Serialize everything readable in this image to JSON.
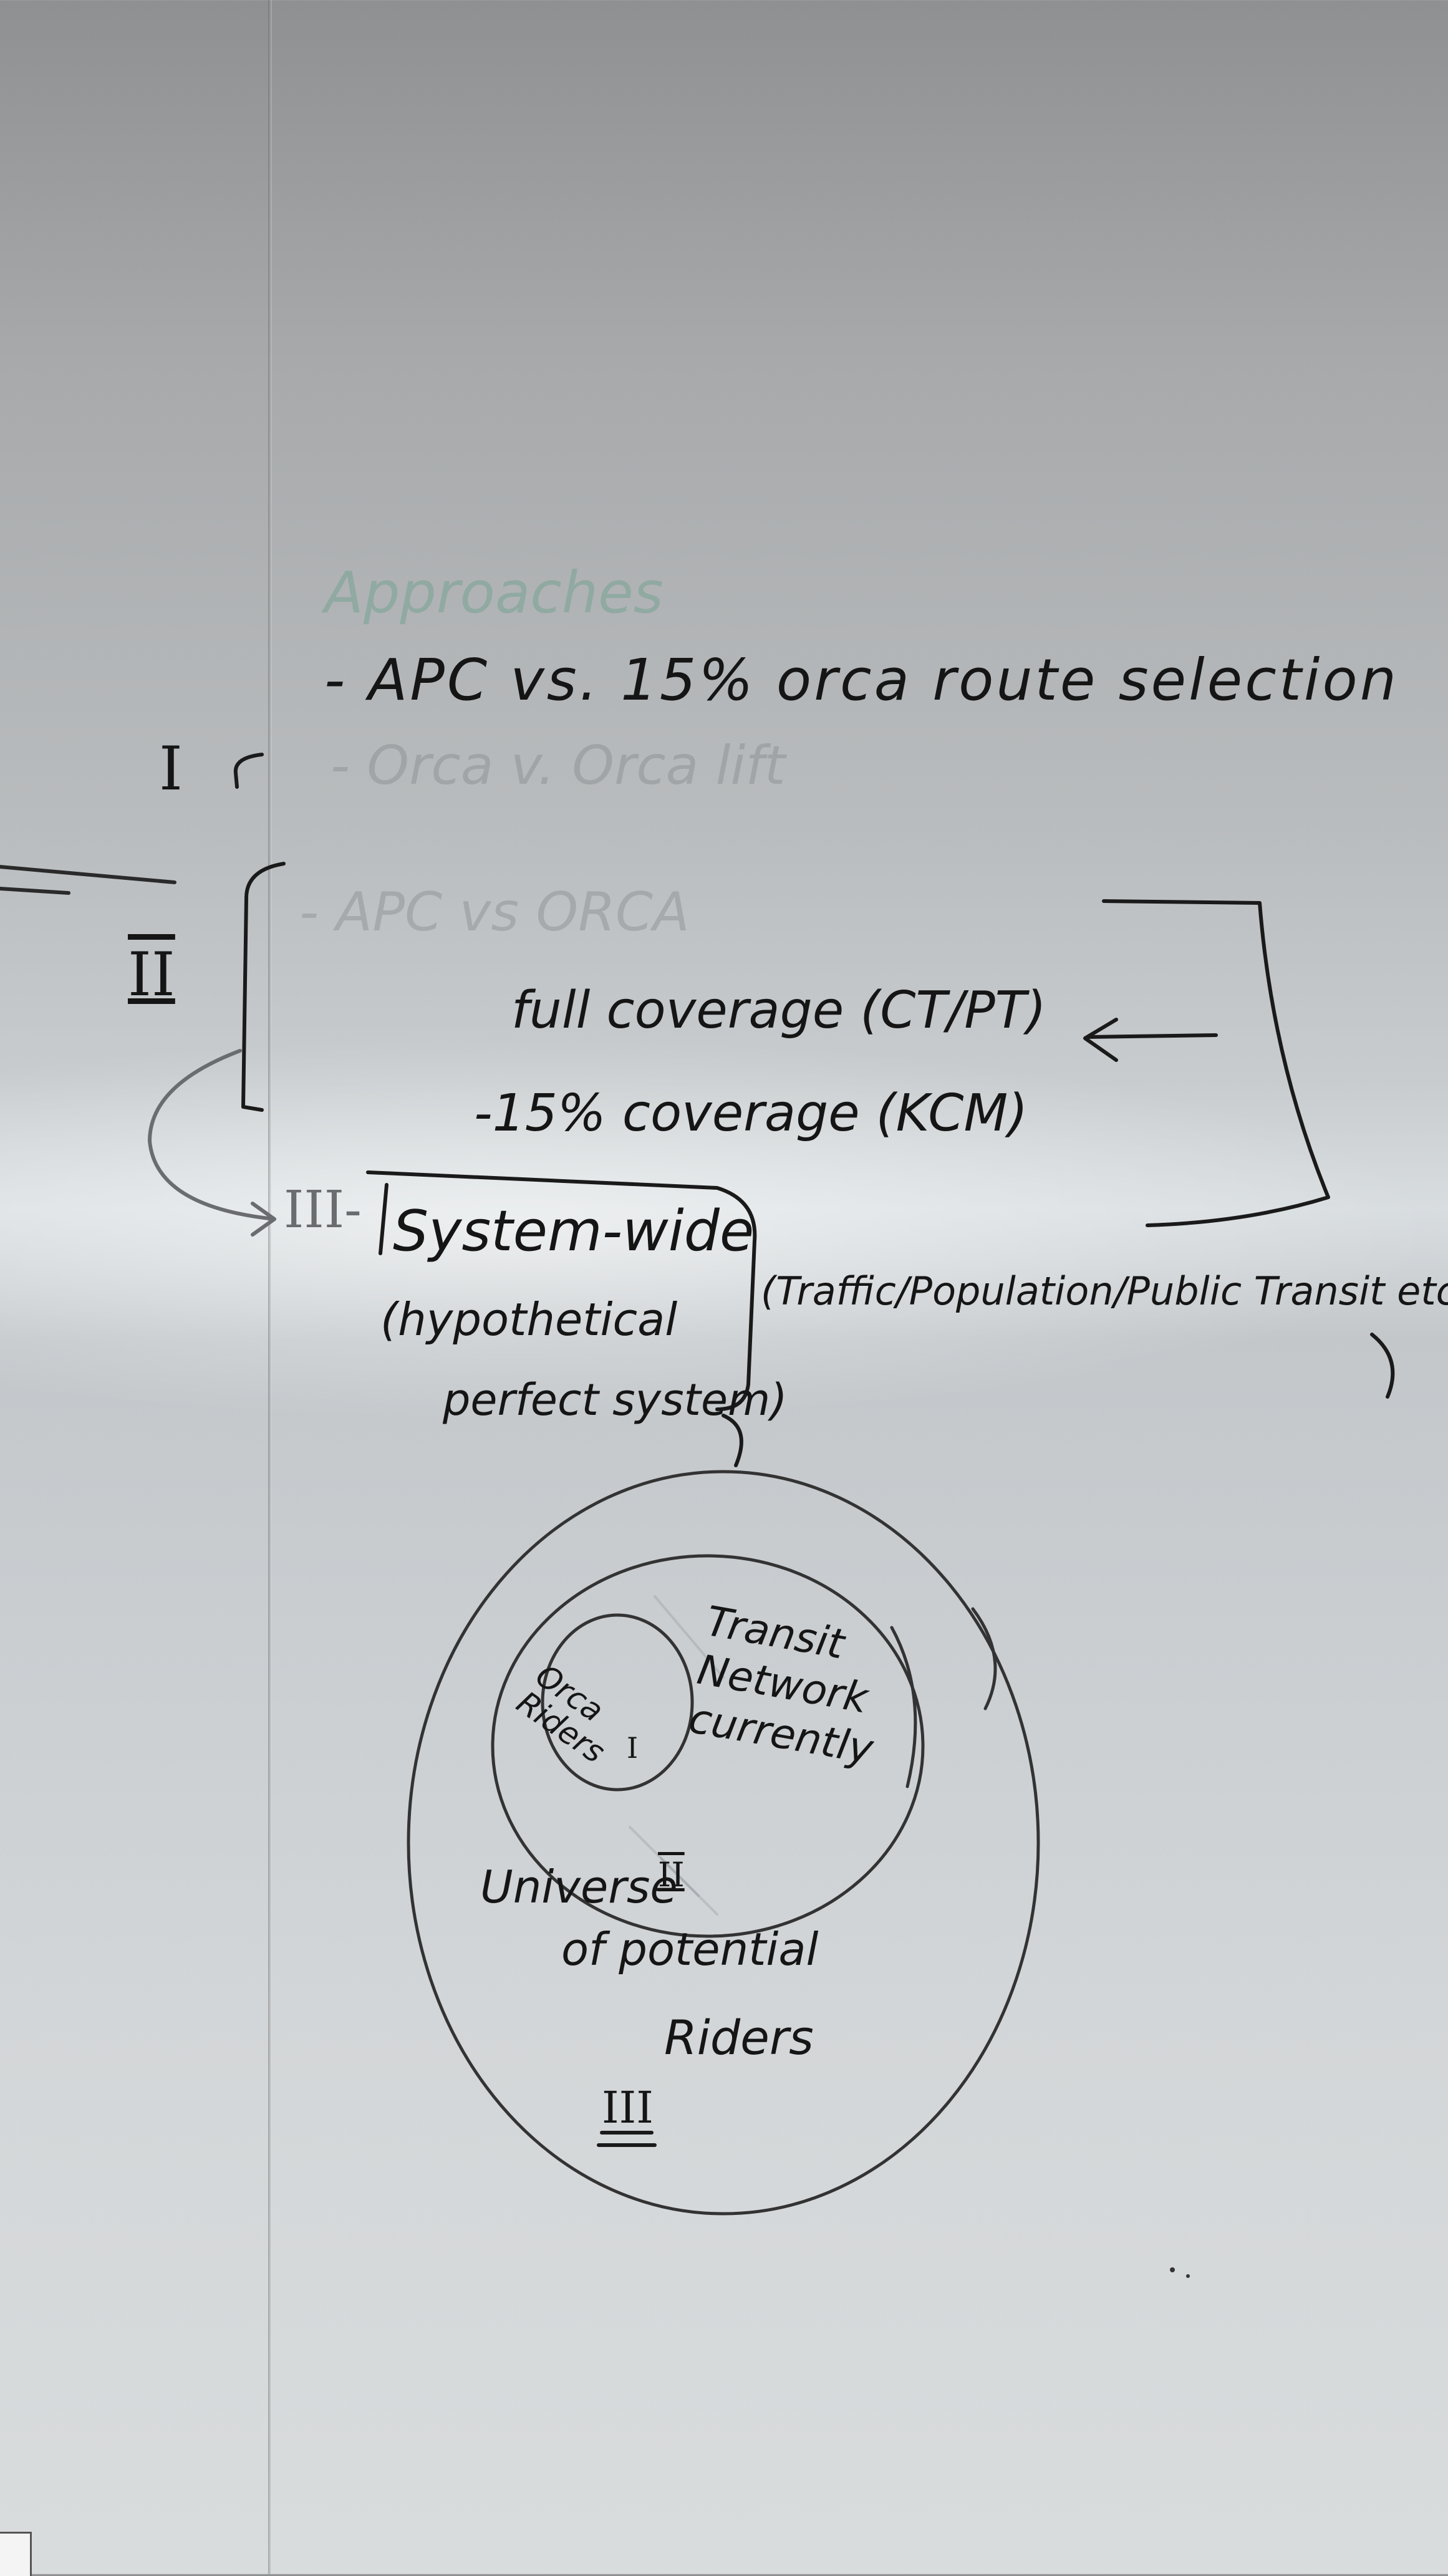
{
  "header": {
    "approaches": "Approaches"
  },
  "approaches": {
    "line1": "- APC vs. 15% orca route selection",
    "line2": "- Orca v. Orca lift",
    "line3": "- APC vs ORCA",
    "line4": "full coverage (CT/PT)",
    "line5": "-15% coverage (KCM)"
  },
  "markers": {
    "one": "I",
    "two": "II",
    "three": "III",
    "three_dash": "III-"
  },
  "system_wide": {
    "title": "System-wide",
    "sub1": "(hypothetical",
    "sub2": "perfect system)",
    "note": "(Traffic/Population/Public Transit etc)"
  },
  "venn": {
    "inner": "Orca Riders",
    "inner_marker": "I",
    "middle": "Transit Network currently",
    "outer_1": "Universe",
    "outer_marker": "II",
    "outer_2": "of potential",
    "outer_3": "Riders",
    "bottom_marker": "III"
  },
  "colors": {
    "ink": "#151515",
    "faded_green": "#46967a",
    "board": "#c8ccce"
  }
}
